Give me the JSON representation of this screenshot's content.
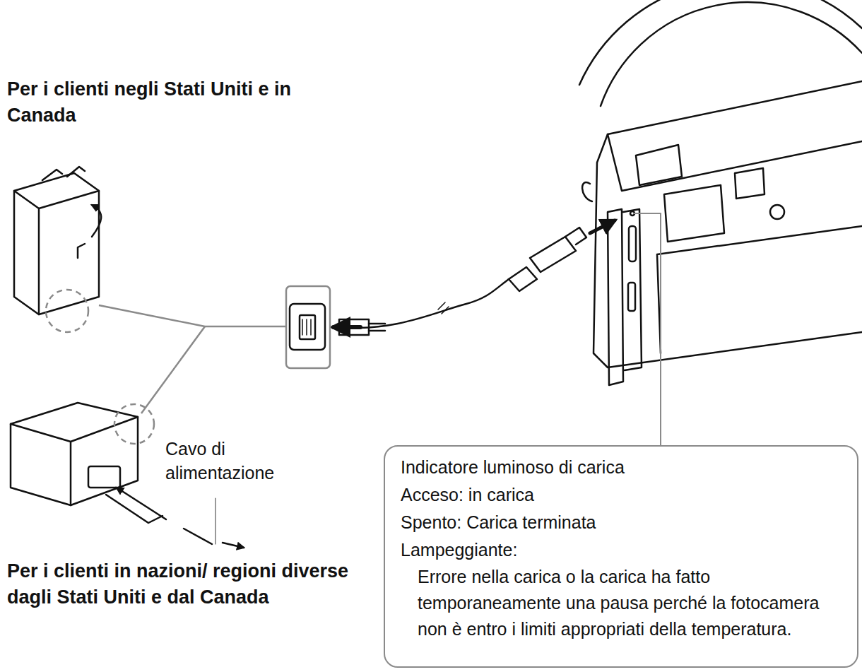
{
  "diagram": {
    "nodes": [
      {
        "text": [
          "Indicatore luminoso di carica",
          "Acceso: in carica",
          "Spento: Carica terminata",
          "Lampeggiante:",
          "Errore nella carica o la carica ha fatto temporaneamente una pausa perché la fotocamera non è entro i limiti appropriati della temperatura."
        ]
      }
    ],
    "labels": [
      "Per i clienti negli Stati Uniti e in Canada",
      "Cavo di alimentazione",
      "Per i clienti in nazioni/ regioni diverse dagli Stati Uniti e dal Canada"
    ]
  }
}
